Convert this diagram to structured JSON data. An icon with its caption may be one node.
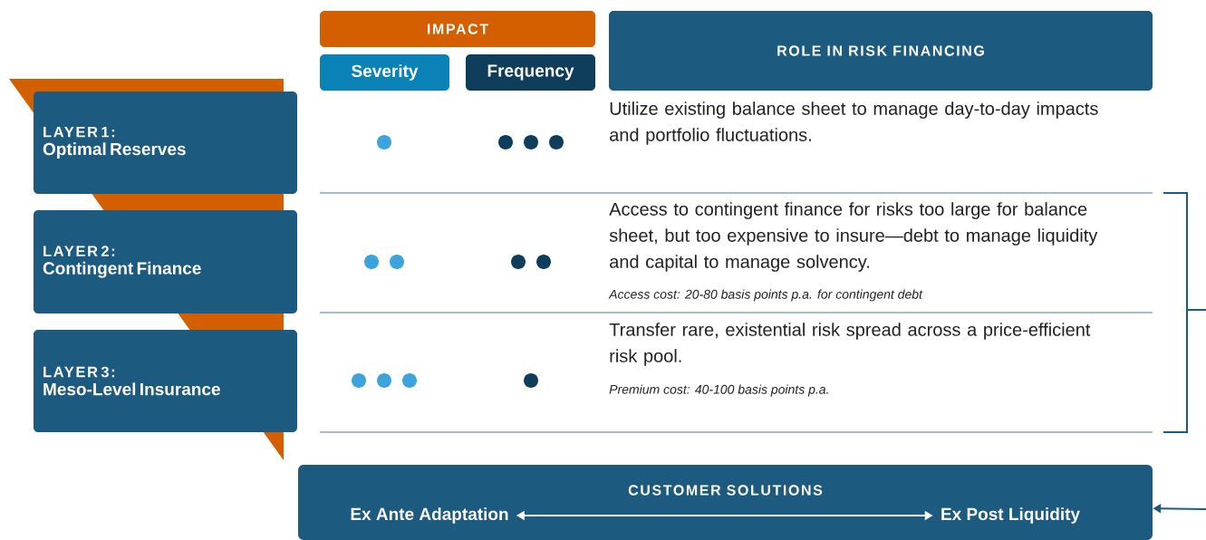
{
  "diagram": {
    "nodes": [
      {
        "text": [
          "IMPACT"
        ]
      },
      {
        "text": [
          "Severity"
        ]
      },
      {
        "text": [
          "Frequency"
        ]
      },
      {
        "text": [
          "ROLE IN RISK FINANCING"
        ]
      },
      {
        "text": [
          "LAYER 1:",
          "Optimal Reserves"
        ]
      },
      {
        "text": [
          "LAYER 2:",
          "Contingent Finance"
        ]
      },
      {
        "text": [
          "LAYER 3:",
          "Meso-Level Insurance"
        ]
      },
      {
        "text": [
          "CUSTOMER SOLUTIONS"
        ]
      },
      {
        "text": [
          "Ex Ante Adaptation"
        ],
        "in": 7
      },
      {
        "text": [
          "Ex Post Liquidity"
        ],
        "in": 7
      }
    ],
    "edges": [
      {
        "from": 8,
        "to": 9,
        "arrow": "both",
        "color": "#ffffff"
      },
      {
        "from": null,
        "to": 7,
        "arrow": "to",
        "color": "#1d5a80"
      }
    ],
    "labels": [
      "Utilize existing balance sheet to manage day-to-day impacts and portfolio fluctuations.",
      "Access to contingent finance for risks too large for balance sheet, but too expensive to insure—debt to manage liquidity and capital to manage solvency.",
      "Access cost: 20-80 basis points p.a. for contingent debt",
      "Transfer rare, existential risk spread across a price-efficient risk pool.",
      "Premium cost: 40-100 basis points p.a."
    ]
  }
}
